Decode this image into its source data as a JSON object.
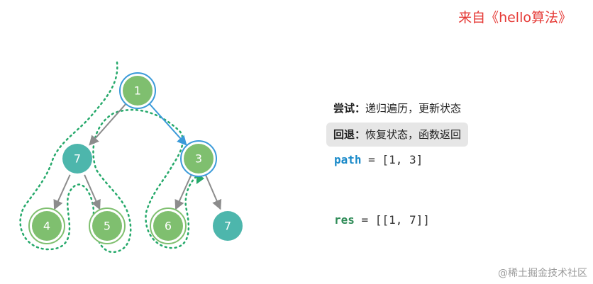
{
  "source_label": "来自《hello算法》",
  "watermark": "@稀土掘金技术社区",
  "legend": {
    "try_title": "尝试：",
    "try_text": "递归遍历，更新状态",
    "back_title": "回退：",
    "back_text": "恢复状态，函数返回"
  },
  "code": {
    "path_var": "path",
    "path_value": " = [1, 3]",
    "res_var": "res",
    "res_value": " = [[1, 7]]"
  },
  "tree": {
    "nodes": [
      {
        "id": "n1",
        "label": "1",
        "color": "green",
        "ring": "blue"
      },
      {
        "id": "n7a",
        "label": "7",
        "color": "teal",
        "ring": "none"
      },
      {
        "id": "n3",
        "label": "3",
        "color": "green",
        "ring": "blue"
      },
      {
        "id": "n4",
        "label": "4",
        "color": "green",
        "ring": "green"
      },
      {
        "id": "n5",
        "label": "5",
        "color": "green",
        "ring": "green"
      },
      {
        "id": "n6",
        "label": "6",
        "color": "green",
        "ring": "green"
      },
      {
        "id": "n7b",
        "label": "7",
        "color": "teal",
        "ring": "none"
      }
    ],
    "edges": [
      {
        "from": "n1",
        "to": "n7a",
        "style": "gray"
      },
      {
        "from": "n1",
        "to": "n3",
        "style": "blue"
      },
      {
        "from": "n7a",
        "to": "n4",
        "style": "gray"
      },
      {
        "from": "n7a",
        "to": "n5",
        "style": "gray"
      },
      {
        "from": "n3",
        "to": "n6",
        "style": "gray"
      },
      {
        "from": "n3",
        "to": "n7b",
        "style": "gray"
      }
    ]
  },
  "colors": {
    "green_node": "#7fbf6f",
    "teal_node": "#4db6ac",
    "blue_ring": "#3a9ad9",
    "green_ring": "#7fbf6f",
    "gray_edge": "#8c8c8c",
    "blue_edge": "#3a9ad9",
    "dotted_path": "#26a96b",
    "source_red": "#e53935"
  }
}
